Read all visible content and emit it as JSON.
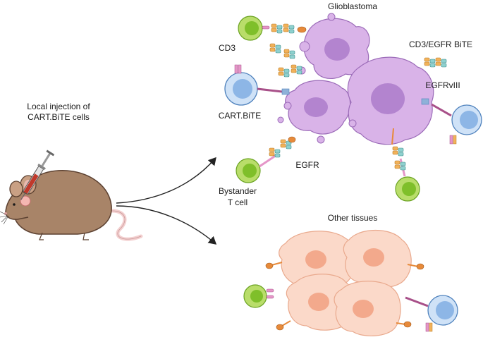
{
  "labels": {
    "injection_line1": "Local injection of",
    "injection_line2": "CART.BiTE cells",
    "glioblastoma": "Glioblastoma",
    "cd3": "CD3",
    "bite": "CD3/EGFR BiTE",
    "egfrviii": "EGFRvIII",
    "cart_bite": "CART.BiTE",
    "egfr": "EGFR",
    "bystander_line1": "Bystander",
    "bystander_line2": "T cell",
    "other_tissues": "Other tissues"
  },
  "colors": {
    "tumor_fill": "#d9b3e8",
    "tumor_edge": "#9b6bb8",
    "tumor_nucleus": "#b384cf",
    "tcell_green": "#b9dd6a",
    "tcell_green_nucleus": "#7fbf2a",
    "cart_blue": "#cfe2f7",
    "cart_blue_nucleus": "#8db6e6",
    "tissue_fill": "#fbd9c9",
    "tissue_edge": "#e9a98d",
    "tissue_nucleus": "#f3a98c",
    "mouse_body": "#a88468",
    "mouse_edge": "#5c4131",
    "tail_pink": "#f3cfcf",
    "syringe_red": "#c0392b"
  },
  "icons": [
    "mouse-icon",
    "syringe-icon",
    "arrow-icon"
  ]
}
